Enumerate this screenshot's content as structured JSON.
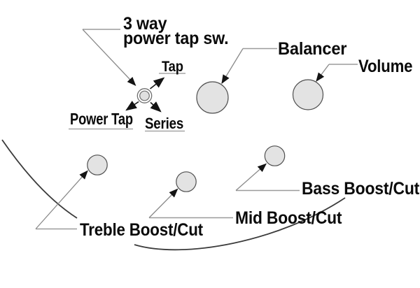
{
  "diagram": {
    "type": "bass-controls-layout-diagram",
    "labels": {
      "three_way_line1": "3 way",
      "three_way_line2": "power tap sw.",
      "tap": "Tap",
      "power_tap": "Power Tap",
      "series": "Series",
      "balancer": "Balancer",
      "volume": "Volume",
      "bass": "Bass Boost/Cut",
      "mid": "Mid Boost/Cut",
      "treble": "Treble Boost/Cut"
    },
    "components": {
      "switch": "3 way power tap switch",
      "switch_positions": [
        "Tap",
        "Power Tap",
        "Series"
      ],
      "knobs": [
        "Balancer",
        "Volume",
        "Treble Boost/Cut",
        "Mid Boost/Cut",
        "Bass Boost/Cut"
      ]
    },
    "colors": {
      "background": "#ffffff",
      "text": "#0a0a0a",
      "knob_fill": "#e3e3e3",
      "knob_stroke": "#4f4f4f",
      "leader_line": "#8a8a8a",
      "leader_horizontal": "#9b9b9b",
      "underline": "#a6a6a6",
      "body_arc": "#3b3b3b",
      "arrowhead": "#141414"
    }
  }
}
